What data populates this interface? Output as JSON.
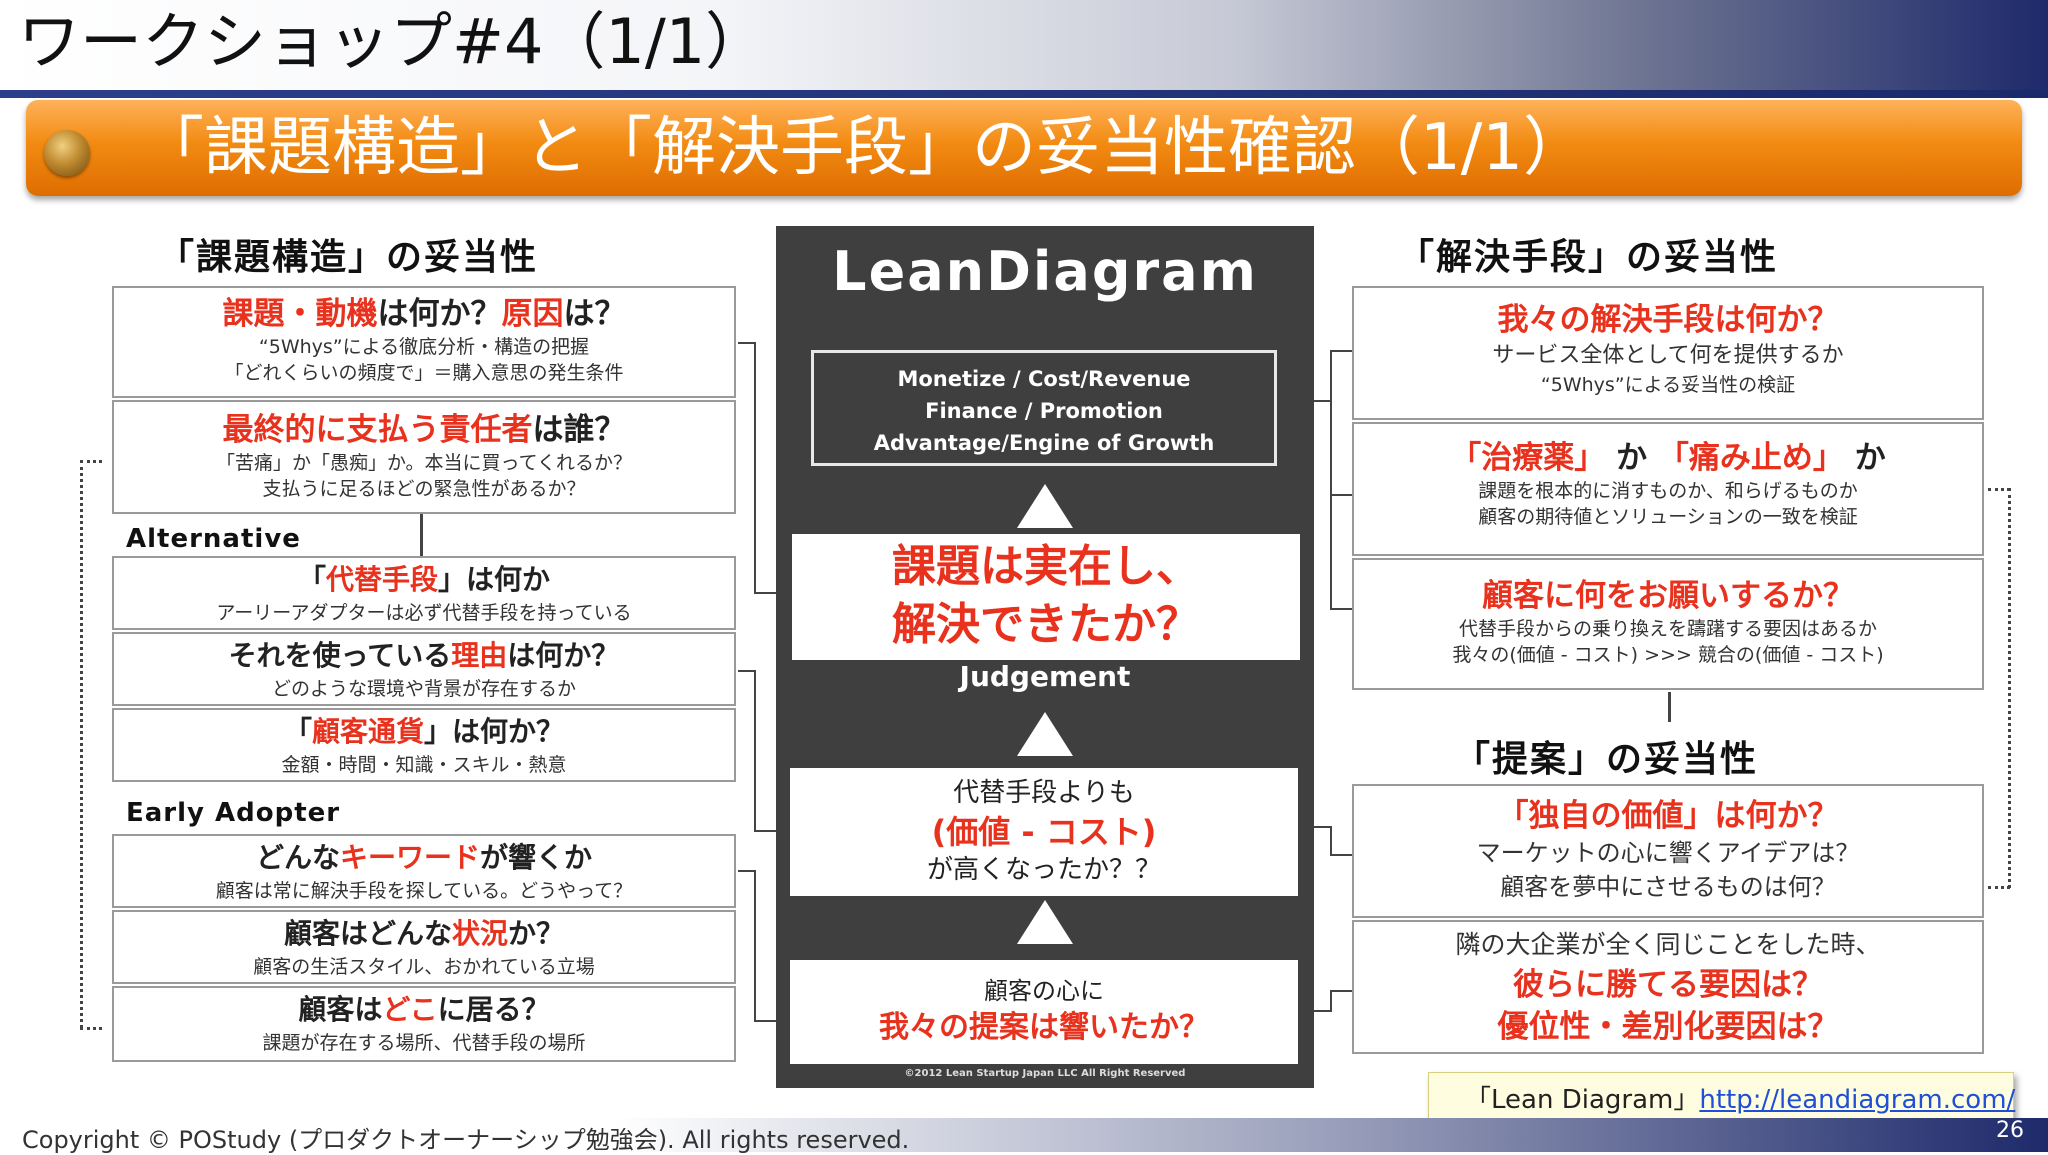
{
  "header": {
    "title": "ワークショップ#4（1/1）"
  },
  "banner": {
    "title": "「課題構造」と「解決手段」の妥当性確認（1/1）"
  },
  "left": {
    "heading": "「課題構造」の妥当性",
    "box1": {
      "main_red1": "課題・動機",
      "main_black1": "は何か？",
      "main_red2": "原因",
      "main_black2": "は？",
      "sub1": "“5Whys”による徹底分析・構造の把握",
      "sub2": "「どれくらいの頻度で」＝購入意思の発生条件"
    },
    "box2": {
      "main_red": "最終的に支払う責任者",
      "main_black": "は誰？",
      "sub1": "「苦痛」か「愚痴」か。本当に買ってくれるか？",
      "sub2": "支払うに足るほどの緊急性があるか？"
    },
    "alternative_label": "Alternative",
    "alt1": {
      "main_black1": "「",
      "main_red": "代替手段",
      "main_black2": "」は何か",
      "sub": "アーリーアダプターは必ず代替手段を持っている"
    },
    "alt2": {
      "main_black1": "それを使っている",
      "main_red": "理由",
      "main_black2": "は何か？",
      "sub": "どのような環境や背景が存在するか"
    },
    "alt3": {
      "main_black1": "「",
      "main_red": "顧客通貨",
      "main_black2": "」は何か？",
      "sub": "金額・時間・知識・スキル・熱意"
    },
    "early_label": "Early Adopter",
    "ea1": {
      "main_black1": "どんな",
      "main_red": "キーワード",
      "main_black2": "が響くか",
      "sub": "顧客は常に解決手段を探している。どうやって？"
    },
    "ea2": {
      "main_black1": "顧客はどんな",
      "main_red": "状況",
      "main_black2": "か？",
      "sub": "顧客の生活スタイル、おかれている立場"
    },
    "ea3": {
      "main_black1": "顧客は",
      "main_red": "どこ",
      "main_black2": "に居る？",
      "sub": "課題が存在する場所、代替手段の場所"
    }
  },
  "center": {
    "title": "LeanDiagram",
    "box_lines": [
      "Monetize / Cost/Revenue",
      "Finance / Promotion",
      "Advantage/Engine of Growth"
    ],
    "judge_line1": "課題は実在し、",
    "judge_line2": "解決できたか？",
    "judgement_label": "Judgement",
    "value_line1": "代替手段よりも",
    "value_line2": "(価値 - コスト)",
    "value_line3": "が高くなったか？？",
    "prop_line1": "顧客の心に",
    "prop_line2": "我々の提案は響いたか？",
    "copyright": "©2012 Lean Startup Japan LLC   All Right Reserved"
  },
  "right": {
    "heading": "「解決手段」の妥当性",
    "box1": {
      "main": "我々の解決手段は何か？",
      "sub1": "サービス全体として何を提供するか",
      "sub2": "“5Whys”による妥当性の検証"
    },
    "box2": {
      "red1": "「治療薬」",
      "black1": "か",
      "red2": "「痛み止め」",
      "black2": "か",
      "sub1": "課題を根本的に消すものか、和らげるものか",
      "sub2": "顧客の期待値とソリューションの一致を検証"
    },
    "box3": {
      "main": "顧客に何をお願いするか？",
      "sub1": "代替手段からの乗り換えを躊躇する要因はあるか",
      "sub2": "我々の(価値 - コスト) >>> 競合の(価値 - コスト)"
    },
    "heading2": "「提案」の妥当性",
    "box4": {
      "main": "「独自の価値」は何か？",
      "sub1": "マーケットの心に響くアイデアは？",
      "sub2": "顧客を夢中にさせるものは何？"
    },
    "box5": {
      "line1": "隣の大企業が全く同じことをした時、",
      "line2": "彼らに勝てる要因は？",
      "line3": "優位性・差別化要因は？"
    }
  },
  "note": {
    "prefix": "「Lean Diagram」",
    "link": "http://leandiagram.com/"
  },
  "footer": {
    "copyright": "Copyright © POStudy (プロダクトオーナーシップ勉強会).  All rights reserved.",
    "page": "26"
  }
}
